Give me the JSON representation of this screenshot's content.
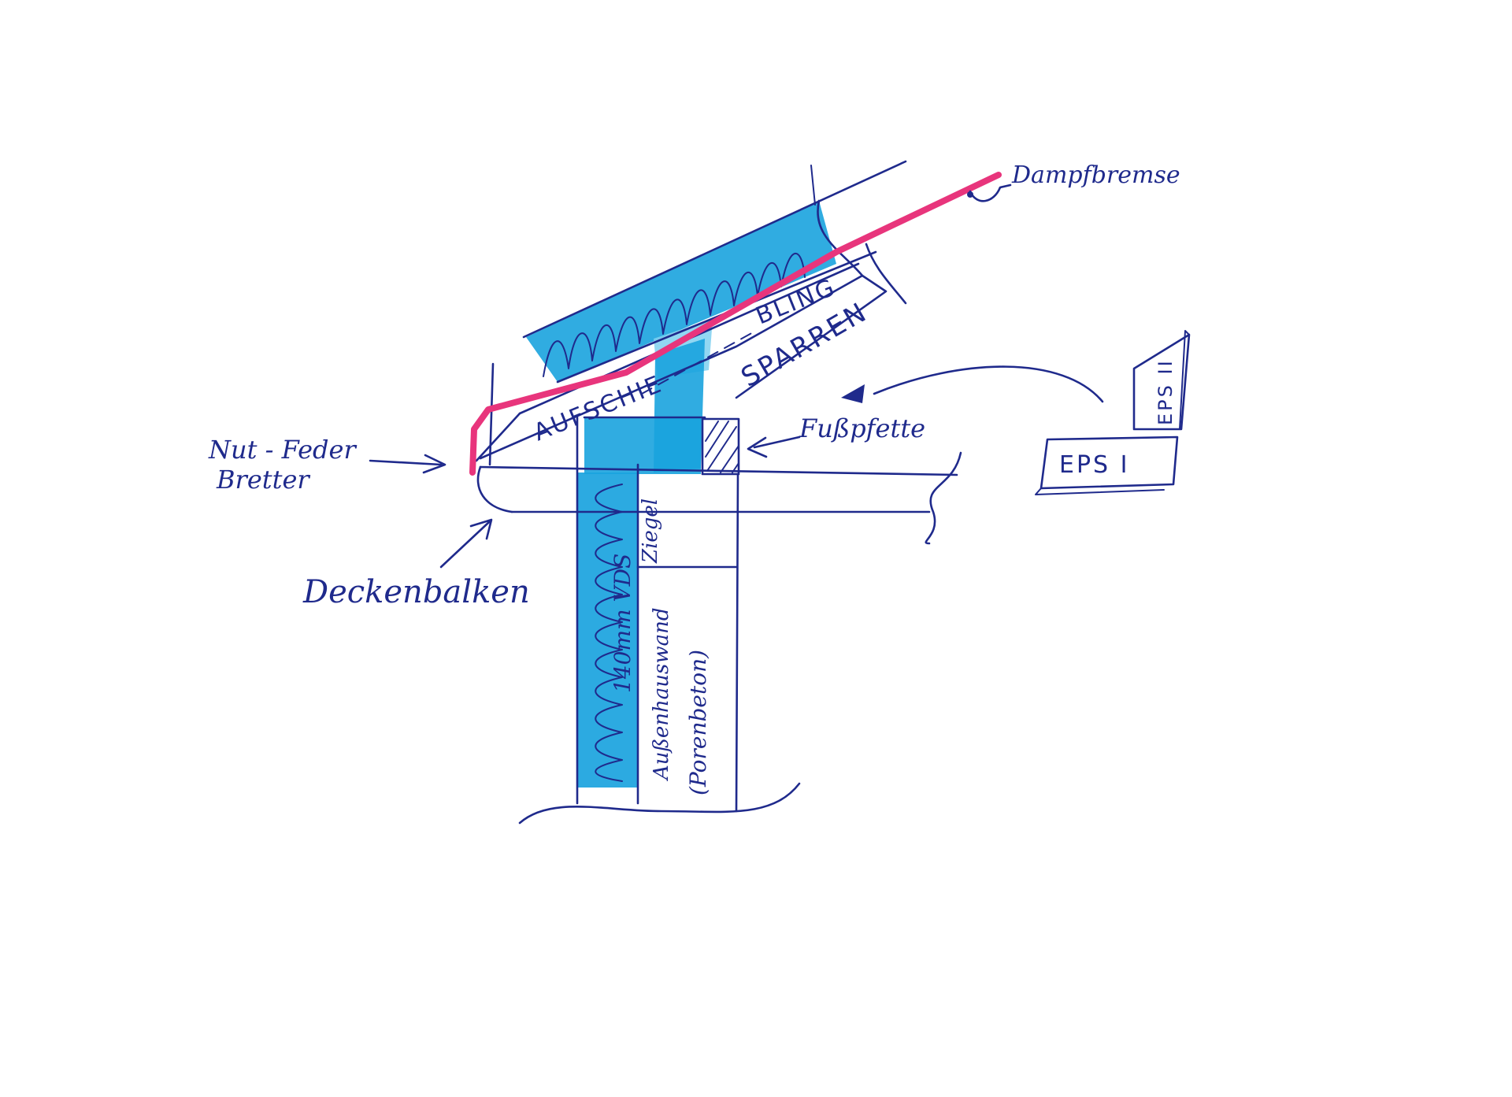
{
  "labels": {
    "dampfbremse": "Dampfbremse",
    "aufschiebling_left": "AUFSCHIE",
    "aufschiebling_right": "BLING",
    "sparren": "SPARREN",
    "fusspfette": "Fußpfette",
    "nut_feder_line1": "Nut - Feder",
    "nut_feder_line2": "Bretter",
    "deckenbalken": "Deckenbalken",
    "ziegel": "Ziegel",
    "vds": "140mm VDS",
    "aussenwand_line1": "Außenhauswand",
    "aussenwand_line2": "(Porenbeton)",
    "eps_1": "EPS I",
    "eps_2": "EPS II"
  },
  "colors": {
    "ink": "#1f2a8c",
    "insulation": "#1aa3de",
    "insulation_light": "#7fd0f0",
    "vapour_brake": "#e8357c",
    "paper": "#ffffff"
  }
}
